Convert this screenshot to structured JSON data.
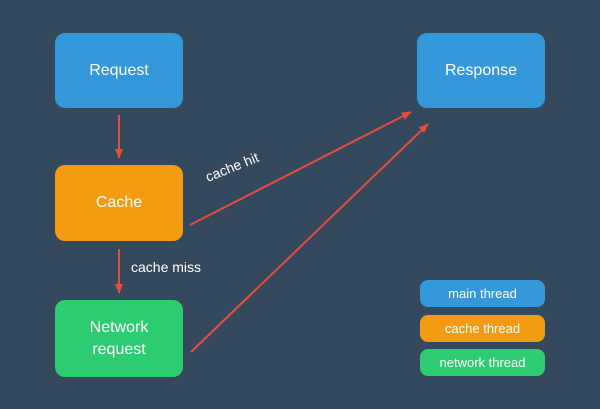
{
  "colors": {
    "background": "#34495e",
    "main": "#3498db",
    "cache": "#f39c12",
    "network": "#2ecc71",
    "arrow": "#e74c3c"
  },
  "nodes": {
    "request": "Request",
    "response": "Response",
    "cache": "Cache",
    "network": "Network request"
  },
  "edges": {
    "cache_hit": "cache hit",
    "cache_miss": "cache miss"
  },
  "legend": {
    "main": "main thread",
    "cache": "cache thread",
    "network": "network thread"
  }
}
